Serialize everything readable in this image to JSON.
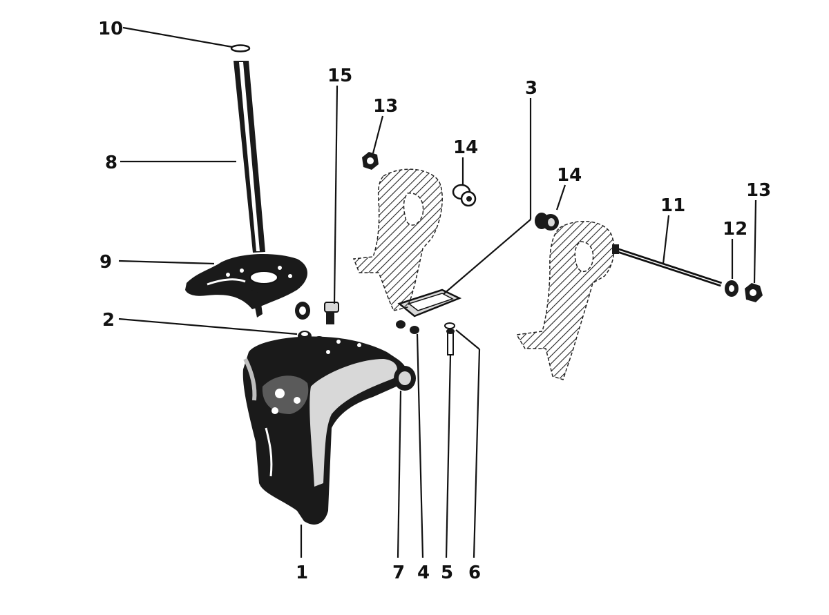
{
  "callouts": [
    {
      "id": "c1",
      "label": "1"
    },
    {
      "id": "c2",
      "label": "2"
    },
    {
      "id": "c3",
      "label": "3"
    },
    {
      "id": "c4",
      "label": "4"
    },
    {
      "id": "c5",
      "label": "5"
    },
    {
      "id": "c6",
      "label": "6"
    },
    {
      "id": "c7",
      "label": "7"
    },
    {
      "id": "c8",
      "label": "8"
    },
    {
      "id": "c9",
      "label": "9"
    },
    {
      "id": "c10",
      "label": "10"
    },
    {
      "id": "c11",
      "label": "11"
    },
    {
      "id": "c12",
      "label": "12"
    },
    {
      "id": "c13a",
      "label": "13"
    },
    {
      "id": "c13b",
      "label": "13"
    },
    {
      "id": "c14a",
      "label": "14"
    },
    {
      "id": "c14b",
      "label": "14"
    },
    {
      "id": "c15",
      "label": "15"
    }
  ],
  "colors": {
    "ink": "#111111",
    "background": "#ffffff"
  }
}
